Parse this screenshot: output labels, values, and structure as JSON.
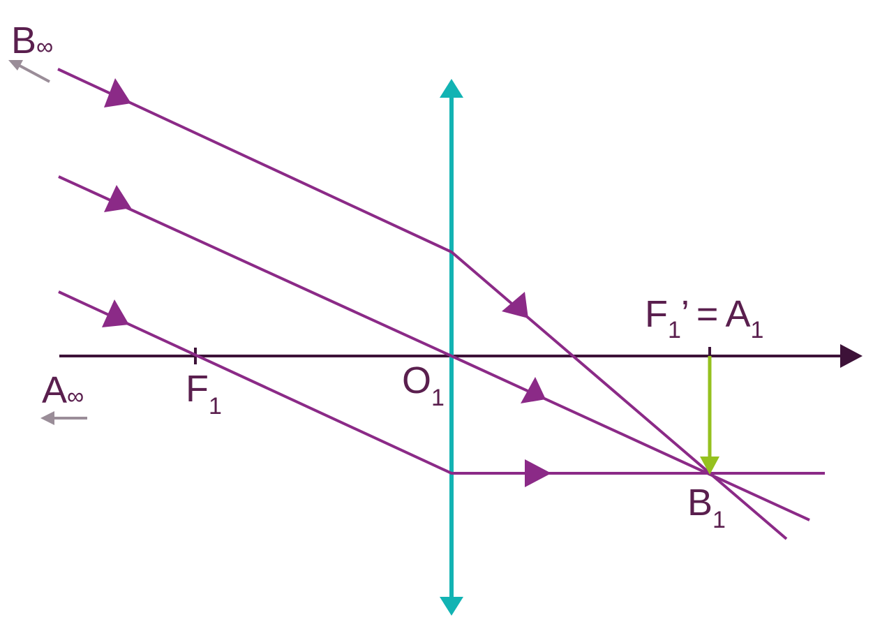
{
  "labels": {
    "b_inf": {
      "base": "B",
      "sub": "∞"
    },
    "a_inf": {
      "base": "A",
      "sub": "∞"
    },
    "f1": {
      "base": "F",
      "sub": "1"
    },
    "o1": {
      "base": "O",
      "sub": "1"
    },
    "f1_prime": {
      "base": "F",
      "sub": "1",
      "suffix_prime": "’",
      "equals": "=",
      "a_base": "A",
      "a_sub": "1"
    },
    "b1": {
      "base": "B",
      "sub": "1"
    }
  },
  "colors": {
    "ray": "#8b2a87",
    "lens": "#12b3b3",
    "axis": "#3d1238",
    "image": "#95c11f",
    "label": "#5a1f4e",
    "direction_arrow": "#9a8d98"
  },
  "icons": {
    "lens": "converging-lens-double-arrow",
    "axis": "optical-axis-arrow",
    "image": "image-arrow-down",
    "direction": "left-arrow"
  }
}
